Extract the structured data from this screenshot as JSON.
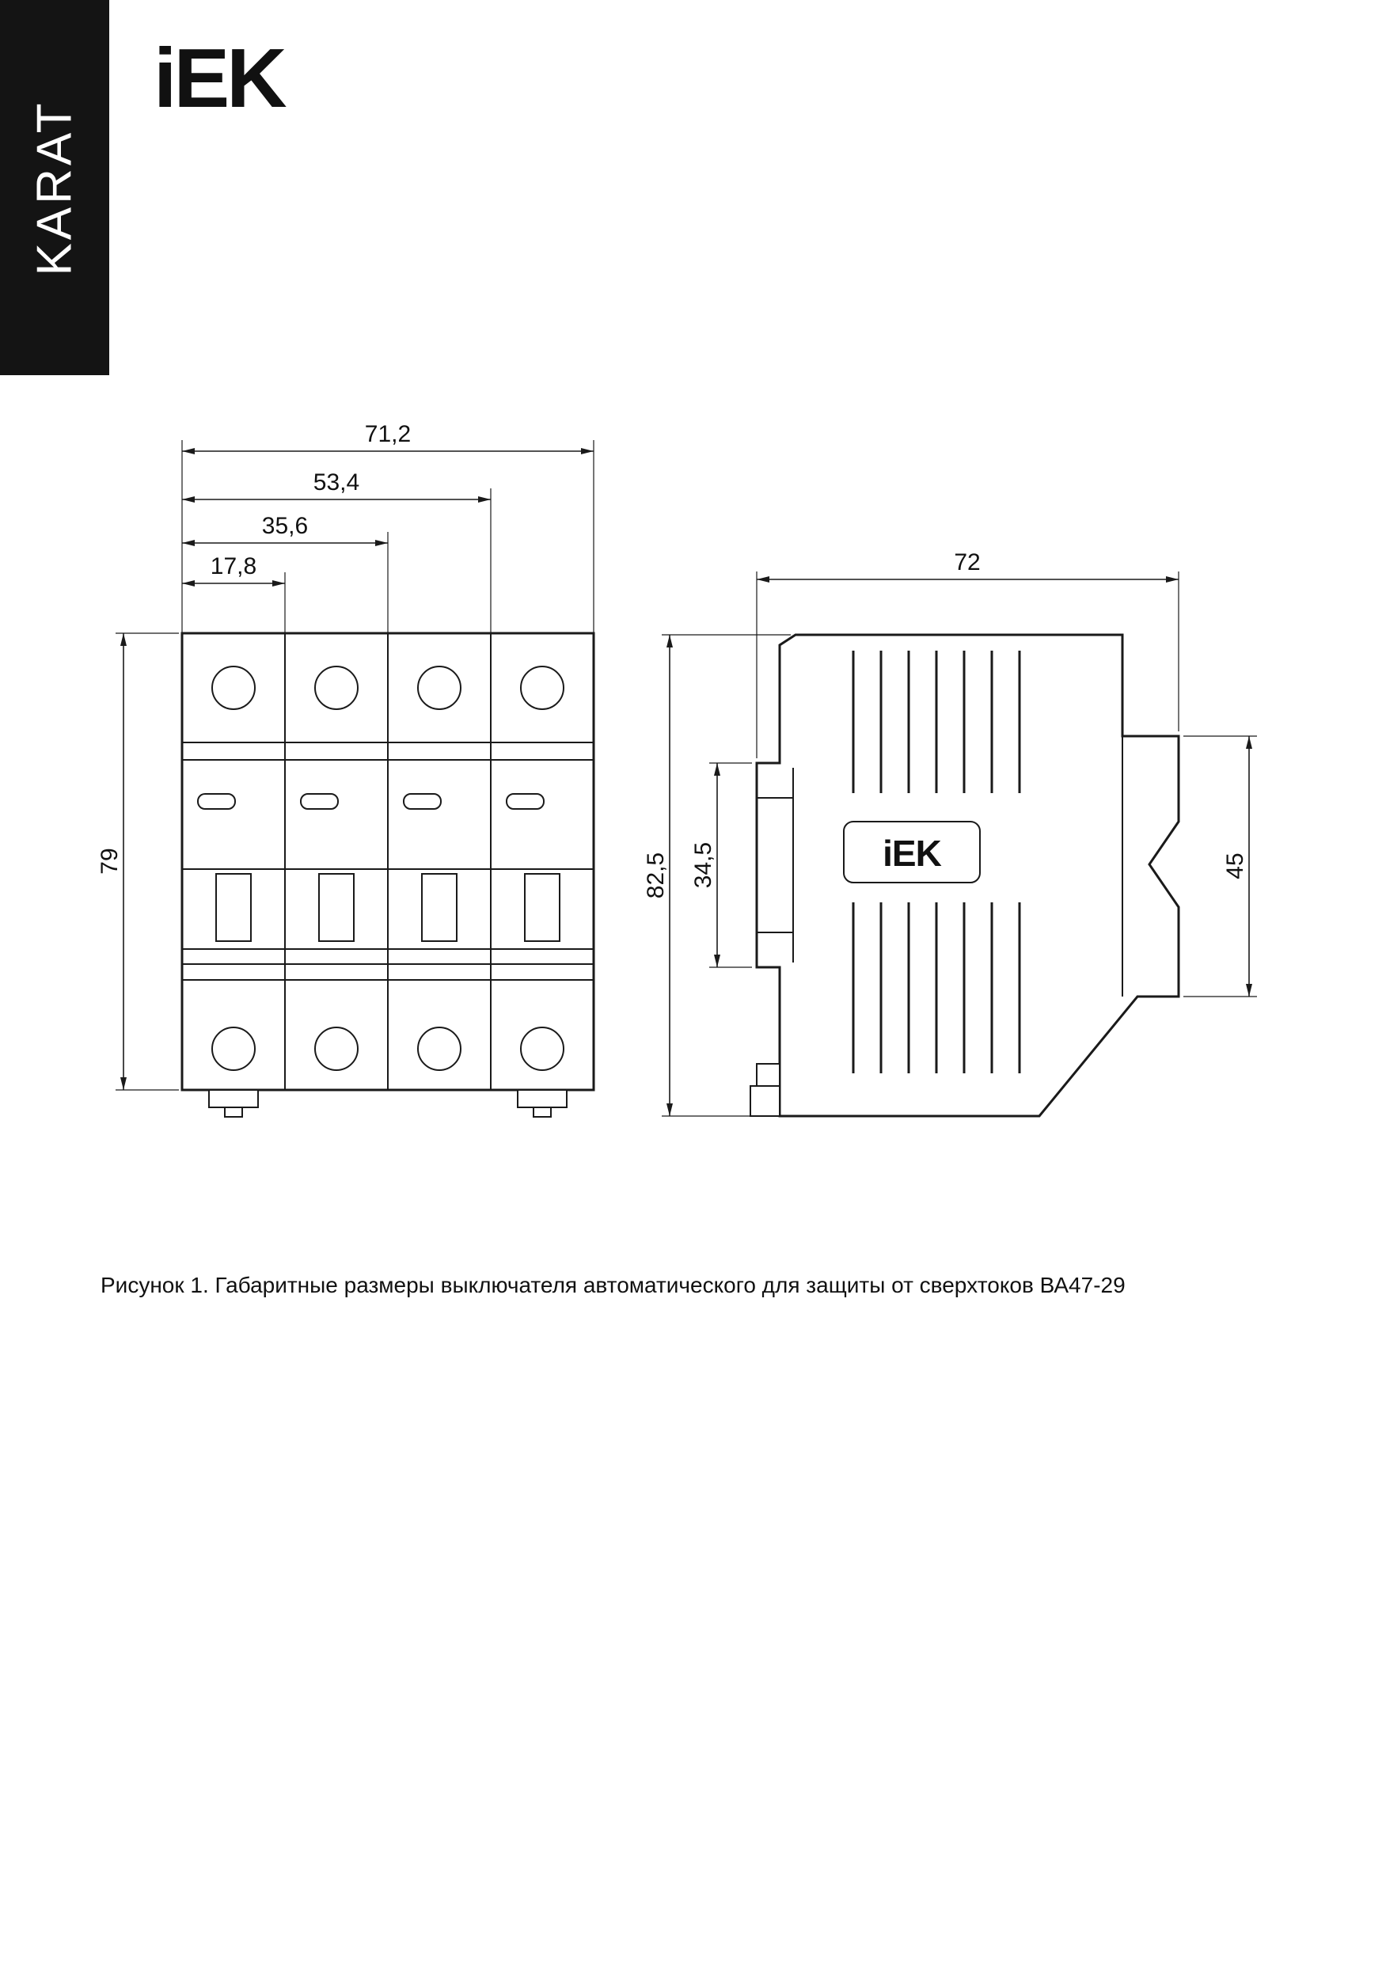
{
  "brand": {
    "series_label": "KARAT",
    "logo_text": "iEK",
    "side_logo_text": "iEK"
  },
  "figure": {
    "caption": "Рисунок 1. Габаритные размеры выключателя автоматического для защиты от сверхтоков ВА47-29",
    "front_view": {
      "dims": {
        "w_total": "71,2",
        "w_3pole": "53,4",
        "w_2pole": "35,6",
        "w_1pole": "17,8",
        "height": "79"
      }
    },
    "side_view": {
      "dims": {
        "depth": "72",
        "height_total": "82,5",
        "din_span": "34,5",
        "front_height": "45"
      }
    }
  }
}
